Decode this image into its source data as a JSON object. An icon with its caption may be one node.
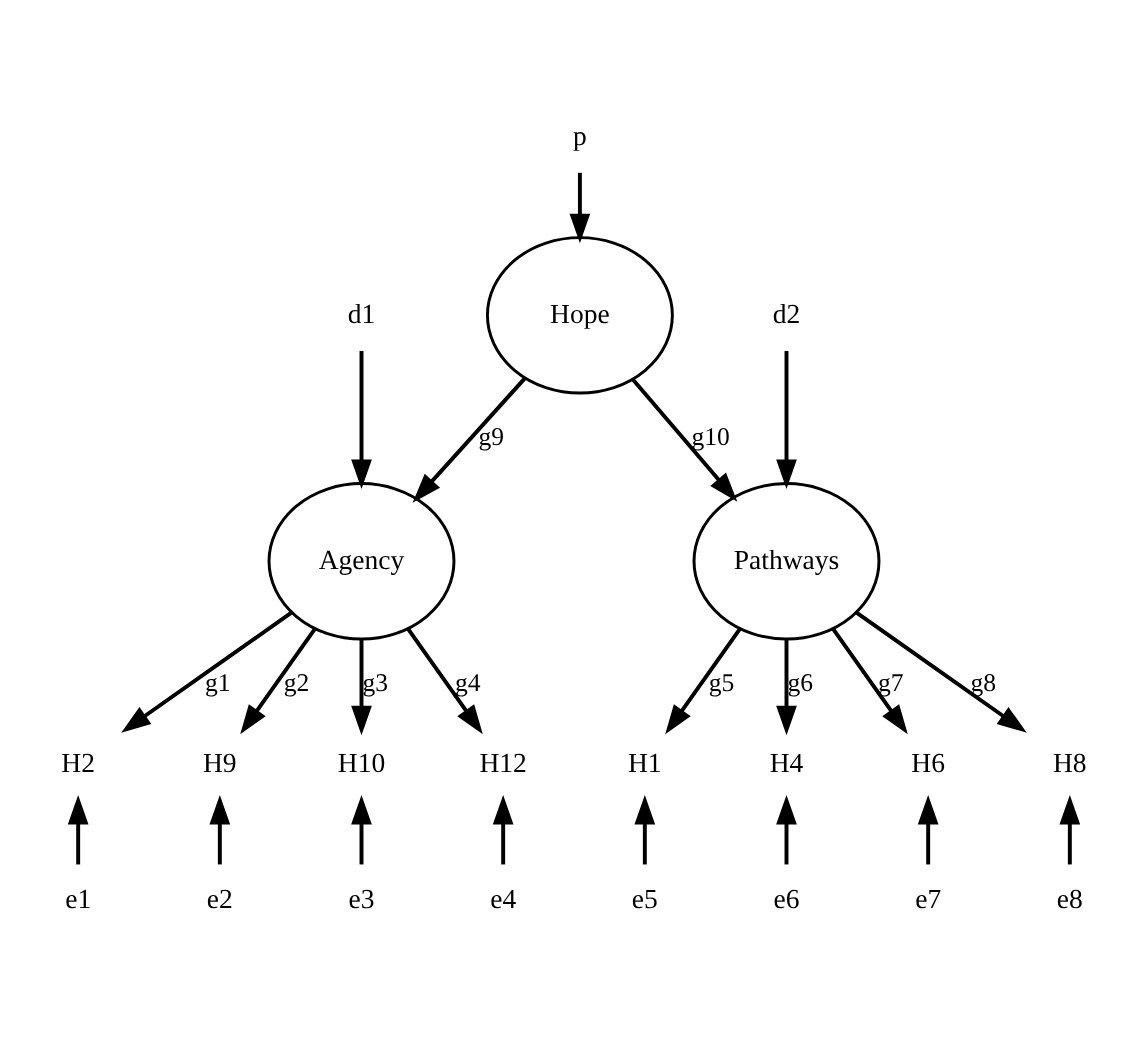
{
  "diagram": {
    "nodes": [
      {
        "text": [
          "p"
        ]
      },
      {
        "text": [
          "Hope"
        ]
      },
      {
        "text": [
          "d1"
        ]
      },
      {
        "text": [
          "Agency"
        ]
      },
      {
        "text": [
          "d2"
        ]
      },
      {
        "text": [
          "Pathways"
        ]
      },
      {
        "text": [
          "H2"
        ]
      },
      {
        "text": [
          "H9"
        ]
      },
      {
        "text": [
          "H10"
        ]
      },
      {
        "text": [
          "H12"
        ]
      },
      {
        "text": [
          "H1"
        ]
      },
      {
        "text": [
          "H4"
        ]
      },
      {
        "text": [
          "H6"
        ]
      },
      {
        "text": [
          "H8"
        ]
      },
      {
        "text": [
          "e1"
        ]
      },
      {
        "text": [
          "e2"
        ]
      },
      {
        "text": [
          "e3"
        ]
      },
      {
        "text": [
          "e4"
        ]
      },
      {
        "text": [
          "e5"
        ]
      },
      {
        "text": [
          "e6"
        ]
      },
      {
        "text": [
          "e7"
        ]
      },
      {
        "text": [
          "e8"
        ]
      }
    ],
    "edges": [
      {
        "from": 0,
        "to": 1,
        "arrow": "to"
      },
      {
        "from": 1,
        "to": 3,
        "arrow": "to",
        "label": "g9"
      },
      {
        "from": 1,
        "to": 5,
        "arrow": "to",
        "label": "g10"
      },
      {
        "from": 2,
        "to": 3,
        "arrow": "to"
      },
      {
        "from": 4,
        "to": 5,
        "arrow": "to"
      },
      {
        "from": 3,
        "to": 6,
        "arrow": "to",
        "label": "g1"
      },
      {
        "from": 3,
        "to": 7,
        "arrow": "to",
        "label": "g2"
      },
      {
        "from": 3,
        "to": 8,
        "arrow": "to",
        "label": "g3"
      },
      {
        "from": 3,
        "to": 9,
        "arrow": "to",
        "label": "g4"
      },
      {
        "from": 5,
        "to": 10,
        "arrow": "to",
        "label": "g5"
      },
      {
        "from": 5,
        "to": 11,
        "arrow": "to",
        "label": "g6"
      },
      {
        "from": 5,
        "to": 12,
        "arrow": "to",
        "label": "g7"
      },
      {
        "from": 5,
        "to": 13,
        "arrow": "to",
        "label": "g8"
      },
      {
        "from": 14,
        "to": 6,
        "arrow": "to"
      },
      {
        "from": 15,
        "to": 7,
        "arrow": "to"
      },
      {
        "from": 16,
        "to": 8,
        "arrow": "to"
      },
      {
        "from": 17,
        "to": 9,
        "arrow": "to"
      },
      {
        "from": 18,
        "to": 10,
        "arrow": "to"
      },
      {
        "from": 19,
        "to": 11,
        "arrow": "to"
      },
      {
        "from": 20,
        "to": 12,
        "arrow": "to"
      },
      {
        "from": 21,
        "to": 13,
        "arrow": "to"
      }
    ]
  }
}
